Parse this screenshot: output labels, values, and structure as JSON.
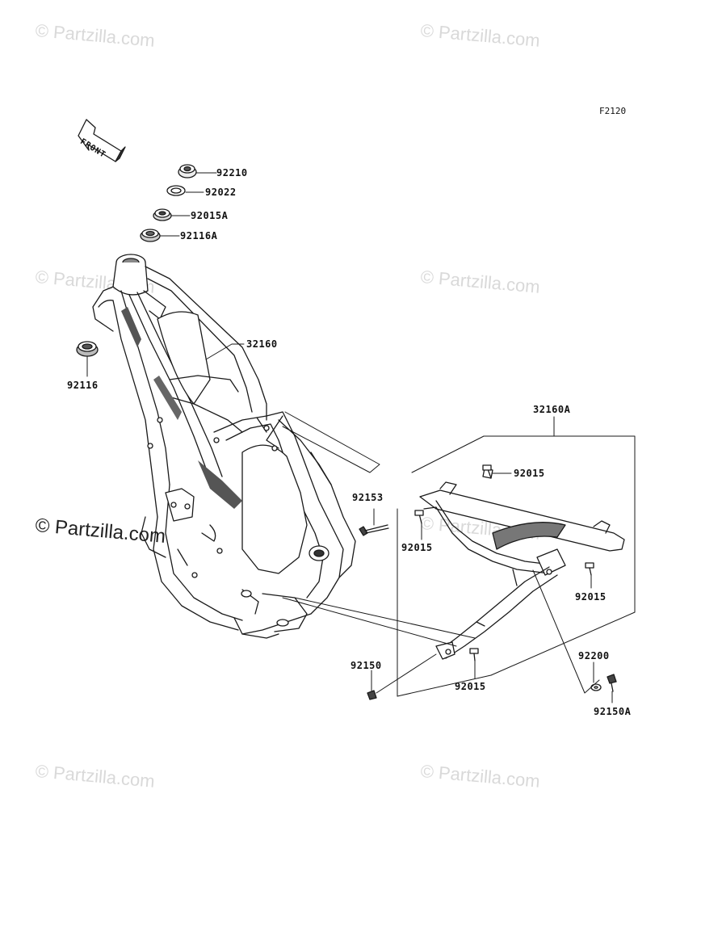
{
  "figure_code": "F2120",
  "front_label": "FRONT",
  "watermarks": [
    "© Partzilla.com",
    "© Partzilla.com",
    "© Partzilla.com",
    "© Partzilla.com",
    "© Partzilla.com",
    "© Partzilla.com",
    "© Partzilla.com",
    "© Partzilla.com"
  ],
  "part_labels": {
    "p92210": "92210",
    "p92022": "92022",
    "p92015A": "92015A",
    "p92116A": "92116A",
    "p32160": "32160",
    "p92116": "92116",
    "p32160A": "32160A",
    "p92015_top": "92015",
    "p92153": "92153",
    "p92015_left": "92015",
    "p92015_right": "92015",
    "p92200": "92200",
    "p92150": "92150",
    "p92015_bottom": "92015",
    "p92150A": "92150A"
  },
  "colors": {
    "line": "#1a1a1a",
    "watermark": "#d9d9d9",
    "shade": "#555555"
  }
}
